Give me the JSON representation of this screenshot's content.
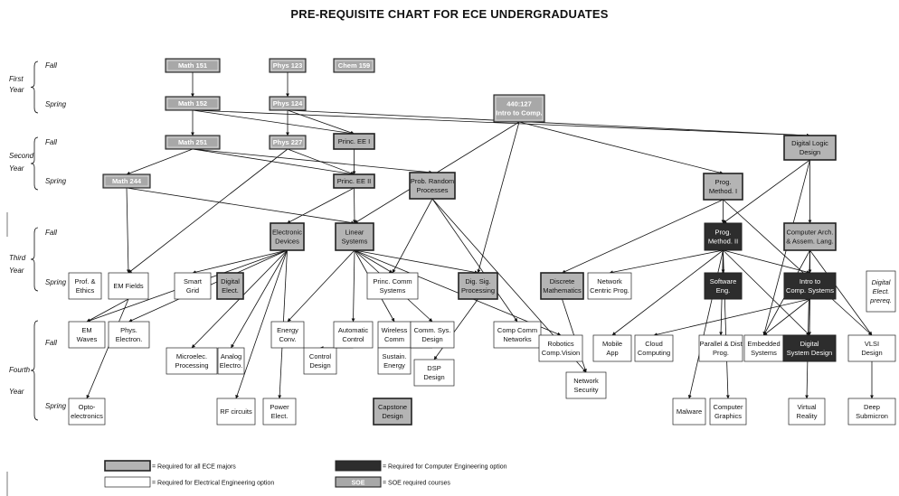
{
  "title": "PRE-REQUISITE CHART FOR ECE UNDERGRADUATES",
  "colors": {
    "all_ece": "#b4b4b4",
    "soe": "#a8a8a8",
    "computer_eng": "#2d2d2d",
    "electrical_eng": "#ffffff",
    "border": "#222222",
    "light_text": "#ffffff",
    "dark_text": "#111111"
  },
  "year_labels": [
    {
      "id": "y1",
      "lines": [
        "First",
        "Year"
      ]
    },
    {
      "id": "y2",
      "lines": [
        "Second",
        "Year"
      ]
    },
    {
      "id": "y3",
      "lines": [
        "Third",
        "Year"
      ]
    },
    {
      "id": "y4",
      "lines": [
        "Fourth",
        "",
        "Year"
      ]
    }
  ],
  "term_labels": [
    {
      "id": "t1f",
      "text": "Fall"
    },
    {
      "id": "t1s",
      "text": "Spring"
    },
    {
      "id": "t2f",
      "text": "Fall"
    },
    {
      "id": "t2s",
      "text": "Spring"
    },
    {
      "id": "t3f",
      "text": "Fall"
    },
    {
      "id": "t3s",
      "text": "Spring"
    },
    {
      "id": "t4f",
      "text": "Fall"
    },
    {
      "id": "t4s",
      "text": "Spring"
    }
  ],
  "courses": [
    {
      "id": "math151",
      "lines": [
        "Math 151"
      ],
      "style": "soe"
    },
    {
      "id": "phys123",
      "lines": [
        "Phys 123"
      ],
      "style": "soe"
    },
    {
      "id": "chem159",
      "lines": [
        "Chem 159"
      ],
      "style": "soe"
    },
    {
      "id": "math152",
      "lines": [
        "Math 152"
      ],
      "style": "soe"
    },
    {
      "id": "phys124",
      "lines": [
        "Phys 124"
      ],
      "style": "soe"
    },
    {
      "id": "c440",
      "lines": [
        "440:127",
        "Intro to Comp."
      ],
      "style": "soe"
    },
    {
      "id": "math251",
      "lines": [
        "Math 251"
      ],
      "style": "soe"
    },
    {
      "id": "phys227",
      "lines": [
        "Phys 227"
      ],
      "style": "soe"
    },
    {
      "id": "princee1",
      "lines": [
        "Princ. EE I"
      ],
      "style": "all"
    },
    {
      "id": "diglogic",
      "lines": [
        "Digital Logic",
        "Design"
      ],
      "style": "all"
    },
    {
      "id": "math244",
      "lines": [
        "Math 244"
      ],
      "style": "soe"
    },
    {
      "id": "princee2",
      "lines": [
        "Princ. EE II"
      ],
      "style": "all"
    },
    {
      "id": "probrand",
      "lines": [
        "Prob. Random",
        "Processes"
      ],
      "style": "all"
    },
    {
      "id": "progm1",
      "lines": [
        "Prog.",
        "Method. I"
      ],
      "style": "all"
    },
    {
      "id": "elecdev",
      "lines": [
        "Electronic",
        "Devices"
      ],
      "style": "all"
    },
    {
      "id": "linsys",
      "lines": [
        "Linear",
        "Systems"
      ],
      "style": "all"
    },
    {
      "id": "progm2",
      "lines": [
        "Prog.",
        "Method. II"
      ],
      "style": "ce"
    },
    {
      "id": "comparch",
      "lines": [
        "Computer Arch.",
        "& Assem. Lang."
      ],
      "style": "all"
    },
    {
      "id": "profeth",
      "lines": [
        "Prof. &",
        "Ethics"
      ],
      "style": "ee"
    },
    {
      "id": "emfields",
      "lines": [
        "EM  Fields"
      ],
      "style": "ee"
    },
    {
      "id": "smartgrid",
      "lines": [
        "Smart",
        "Grid"
      ],
      "style": "ee"
    },
    {
      "id": "digelec",
      "lines": [
        "Digital",
        "Elect."
      ],
      "style": "all"
    },
    {
      "id": "princcomm",
      "lines": [
        "Princ. Comm",
        "Systems"
      ],
      "style": "ee"
    },
    {
      "id": "digsig",
      "lines": [
        "Dig. Sig.",
        "Processing"
      ],
      "style": "all"
    },
    {
      "id": "discmath",
      "lines": [
        "Discrete",
        "Mathematics"
      ],
      "style": "all"
    },
    {
      "id": "netcentric",
      "lines": [
        "Network",
        "Centric Prog."
      ],
      "style": "ee"
    },
    {
      "id": "softeng",
      "lines": [
        "Software",
        "Eng."
      ],
      "style": "ce"
    },
    {
      "id": "introcomp",
      "lines": [
        "Intro to",
        "Comp. Systems"
      ],
      "style": "ce"
    },
    {
      "id": "digprereq",
      "lines": [
        "Digital",
        "Elect.",
        "prereq."
      ],
      "style": "note"
    },
    {
      "id": "emwaves",
      "lines": [
        "EM",
        "Waves"
      ],
      "style": "ee"
    },
    {
      "id": "physelec",
      "lines": [
        "Phys.",
        "Electron."
      ],
      "style": "ee"
    },
    {
      "id": "microelec",
      "lines": [
        "Microelec.",
        "Processing"
      ],
      "style": "ee"
    },
    {
      "id": "analogelec",
      "lines": [
        "Analog",
        "Electro."
      ],
      "style": "ee"
    },
    {
      "id": "energy",
      "lines": [
        "Energy",
        "Conv."
      ],
      "style": "ee"
    },
    {
      "id": "control",
      "lines": [
        "Control",
        "Design"
      ],
      "style": "ee"
    },
    {
      "id": "autocontrol",
      "lines": [
        "Automatic",
        "Control"
      ],
      "style": "ee"
    },
    {
      "id": "wireless",
      "lines": [
        "Wireless",
        "Comm"
      ],
      "style": "ee"
    },
    {
      "id": "commsys",
      "lines": [
        "Comm. Sys.",
        "Design"
      ],
      "style": "ee"
    },
    {
      "id": "sustain",
      "lines": [
        "Sustain.",
        "Energy"
      ],
      "style": "ee"
    },
    {
      "id": "dsp",
      "lines": [
        "DSP",
        "Design"
      ],
      "style": "ee"
    },
    {
      "id": "compcomm",
      "lines": [
        "Comp Comm",
        "Networks"
      ],
      "style": "ee"
    },
    {
      "id": "robotics",
      "lines": [
        "Robotics",
        "Comp.Vision"
      ],
      "style": "ee"
    },
    {
      "id": "netsec",
      "lines": [
        "Network",
        "Security"
      ],
      "style": "ee"
    },
    {
      "id": "mobile",
      "lines": [
        "Mobile",
        "App"
      ],
      "style": "ee"
    },
    {
      "id": "cloud",
      "lines": [
        "Cloud",
        "Computing"
      ],
      "style": "ee"
    },
    {
      "id": "parallel",
      "lines": [
        "Parallel & Dist",
        "Prog."
      ],
      "style": "ee"
    },
    {
      "id": "embedded",
      "lines": [
        "Embedded",
        "Systems"
      ],
      "style": "ee"
    },
    {
      "id": "digsysdes",
      "lines": [
        "Digital",
        "System Design"
      ],
      "style": "ce"
    },
    {
      "id": "vlsi",
      "lines": [
        "VLSI",
        "Design"
      ],
      "style": "ee"
    },
    {
      "id": "opto",
      "lines": [
        "Opto-",
        "electronics"
      ],
      "style": "ee"
    },
    {
      "id": "rfcirc",
      "lines": [
        "RF circuits"
      ],
      "style": "ee"
    },
    {
      "id": "powerelec",
      "lines": [
        "Power",
        "Elect."
      ],
      "style": "ee"
    },
    {
      "id": "capstone",
      "lines": [
        "Capstone",
        "Design"
      ],
      "style": "all"
    },
    {
      "id": "malware",
      "lines": [
        "Malware"
      ],
      "style": "ee"
    },
    {
      "id": "compgraph",
      "lines": [
        "Computer",
        "Graphics"
      ],
      "style": "ee"
    },
    {
      "id": "vr",
      "lines": [
        "Virtual",
        "Reality"
      ],
      "style": "ee"
    },
    {
      "id": "deepsub",
      "lines": [
        "Deep",
        "Submicron"
      ],
      "style": "ee"
    }
  ],
  "edges": [
    [
      "math151",
      "math152"
    ],
    [
      "phys123",
      "phys124"
    ],
    [
      "math152",
      "math251"
    ],
    [
      "phys124",
      "phys227"
    ],
    [
      "math152",
      "princee1"
    ],
    [
      "phys124",
      "princee1"
    ],
    [
      "math152",
      "diglogic"
    ],
    [
      "phys124",
      "diglogic"
    ],
    [
      "c440",
      "linsys"
    ],
    [
      "c440",
      "digsig"
    ],
    [
      "c440",
      "progm1"
    ],
    [
      "math251",
      "math244"
    ],
    [
      "math251",
      "princee2"
    ],
    [
      "math251",
      "probrand"
    ],
    [
      "phys227",
      "princee2"
    ],
    [
      "phys227",
      "emfields"
    ],
    [
      "princee1",
      "princee2"
    ],
    [
      "princee2",
      "elecdev"
    ],
    [
      "princee2",
      "linsys"
    ],
    [
      "math244",
      "emfields"
    ],
    [
      "math244",
      "linsys"
    ],
    [
      "progm1",
      "discmath"
    ],
    [
      "progm1",
      "progm2"
    ],
    [
      "progm1",
      "vlsi"
    ],
    [
      "diglogic",
      "comparch"
    ],
    [
      "diglogic",
      "progm2"
    ],
    [
      "diglogic",
      "embedded"
    ],
    [
      "linsys",
      "princcomm"
    ],
    [
      "linsys",
      "digsig"
    ],
    [
      "linsys",
      "autocontrol"
    ],
    [
      "linsys",
      "energy"
    ],
    [
      "linsys",
      "wireless"
    ],
    [
      "linsys",
      "commsys"
    ],
    [
      "linsys",
      "robotics"
    ],
    [
      "probrand",
      "princcomm"
    ],
    [
      "probrand",
      "netsec"
    ],
    [
      "probrand",
      "compcomm"
    ],
    [
      "elecdev",
      "smartgrid"
    ],
    [
      "elecdev",
      "emwaves"
    ],
    [
      "elecdev",
      "physelec"
    ],
    [
      "elecdev",
      "microelec"
    ],
    [
      "elecdev",
      "analogelec"
    ],
    [
      "elecdev",
      "rfcirc"
    ],
    [
      "elecdev",
      "powerelec"
    ],
    [
      "emfields",
      "emwaves"
    ],
    [
      "emfields",
      "opto"
    ],
    [
      "autocontrol",
      "control"
    ],
    [
      "wireless",
      "sustain"
    ],
    [
      "commsys",
      "sustain"
    ],
    [
      "digsig",
      "dsp"
    ],
    [
      "discmath",
      "netsec"
    ],
    [
      "progm2",
      "netcentric"
    ],
    [
      "progm2",
      "softeng"
    ],
    [
      "progm2",
      "introcomp"
    ],
    [
      "progm2",
      "mobile"
    ],
    [
      "progm2",
      "parallel"
    ],
    [
      "progm2",
      "compgraph"
    ],
    [
      "progm2",
      "malware"
    ],
    [
      "progm2",
      "digsysdes"
    ],
    [
      "comparch",
      "introcomp"
    ],
    [
      "comparch",
      "embedded"
    ],
    [
      "comparch",
      "digsysdes"
    ],
    [
      "comparch",
      "vlsi"
    ],
    [
      "comparch",
      "vr"
    ],
    [
      "introcomp",
      "cloud"
    ],
    [
      "introcomp",
      "embedded"
    ],
    [
      "introcomp",
      "digsysdes"
    ],
    [
      "vlsi",
      "deepsub"
    ]
  ],
  "legend": [
    {
      "id": "lg1",
      "style": "all",
      "label": "= Required for all ECE majors",
      "sample": ""
    },
    {
      "id": "lg2",
      "style": "ee",
      "label": "= Required for Electrical Engineering option",
      "sample": ""
    },
    {
      "id": "lg3",
      "style": "ce",
      "label": "= Required for Computer Engineering option",
      "sample": ""
    },
    {
      "id": "lg4",
      "style": "soe",
      "label": "= SOE required courses",
      "sample": "SOE"
    }
  ]
}
